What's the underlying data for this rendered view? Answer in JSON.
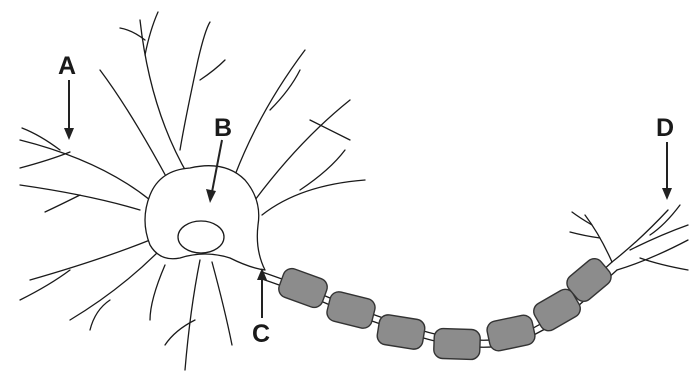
{
  "diagram": {
    "labels": {
      "a": "A",
      "b": "B",
      "c": "C",
      "d": "D"
    },
    "colors": {
      "outline": "#1a1a1a",
      "myelin_sheath": "#8c8c8c",
      "background": "#ffffff"
    }
  }
}
